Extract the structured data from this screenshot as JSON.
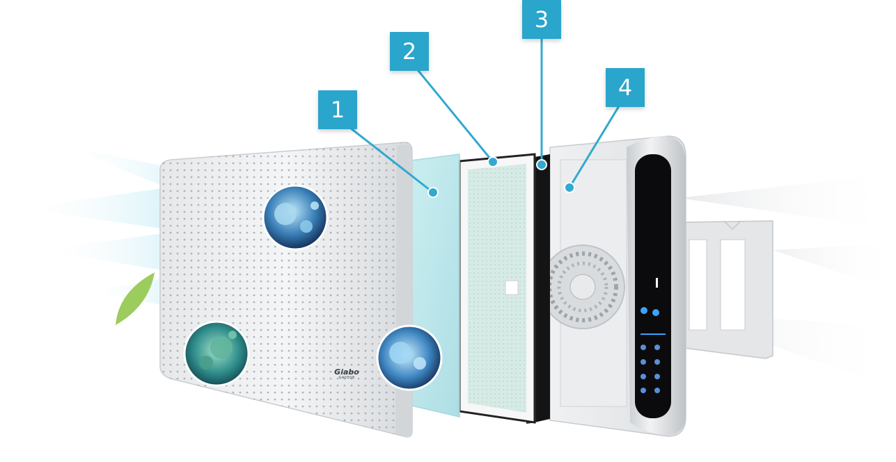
{
  "callouts": [
    {
      "label": "1"
    },
    {
      "label": "2"
    },
    {
      "label": "3"
    },
    {
      "label": "4"
    }
  ],
  "brand": {
    "name": "Giabo",
    "model": "GA0508"
  },
  "colors": {
    "callout_bg": "#2aa5cc",
    "callout_line": "#33a9cf",
    "panel": "#eef0f1",
    "filter_glass": "#bfe8ec",
    "carbon": "#141414",
    "display": "#0b0b0d",
    "accent": "#3aa3ff"
  }
}
